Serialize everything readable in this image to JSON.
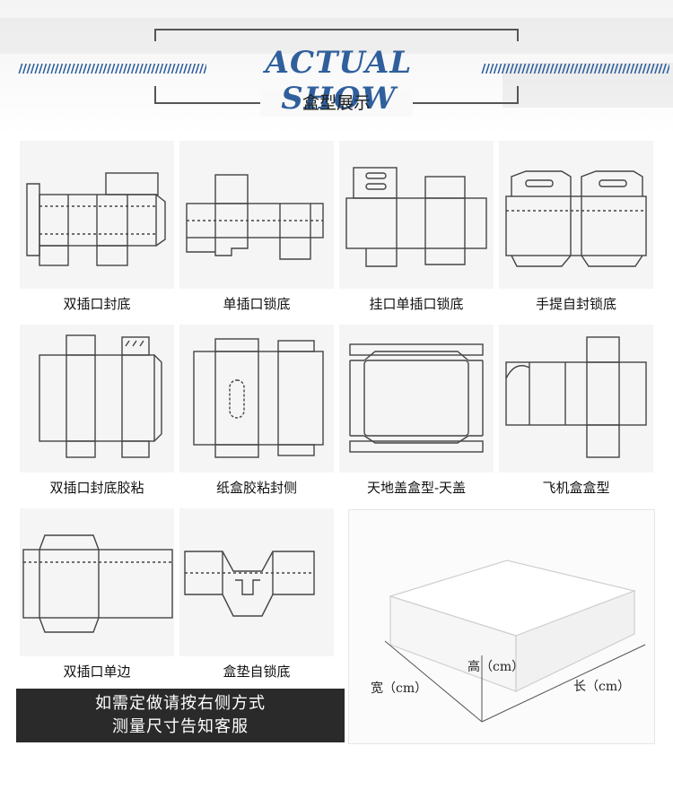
{
  "header": {
    "title": "ACTUAL SHOW",
    "subtitle": "盒型展示",
    "accent_color": "#2f5f9c"
  },
  "box_types": [
    {
      "label": "双插口封底"
    },
    {
      "label": "单插口锁底"
    },
    {
      "label": "挂口单插口锁底"
    },
    {
      "label": "手提自封锁底"
    },
    {
      "label": "双插口封底胶粘"
    },
    {
      "label": "纸盒胶粘封侧"
    },
    {
      "label": "天地盖盒型-天盖"
    },
    {
      "label": "飞机盒盒型"
    },
    {
      "label": "双插口单边"
    },
    {
      "label": "盒垫自锁底"
    }
  ],
  "banner": {
    "line1": "如需定做请按右侧方式",
    "line2": "测量尺寸告知客服"
  },
  "dimensions": {
    "height": "高（cm）",
    "width": "宽（cm）",
    "length": "长（cm）"
  }
}
